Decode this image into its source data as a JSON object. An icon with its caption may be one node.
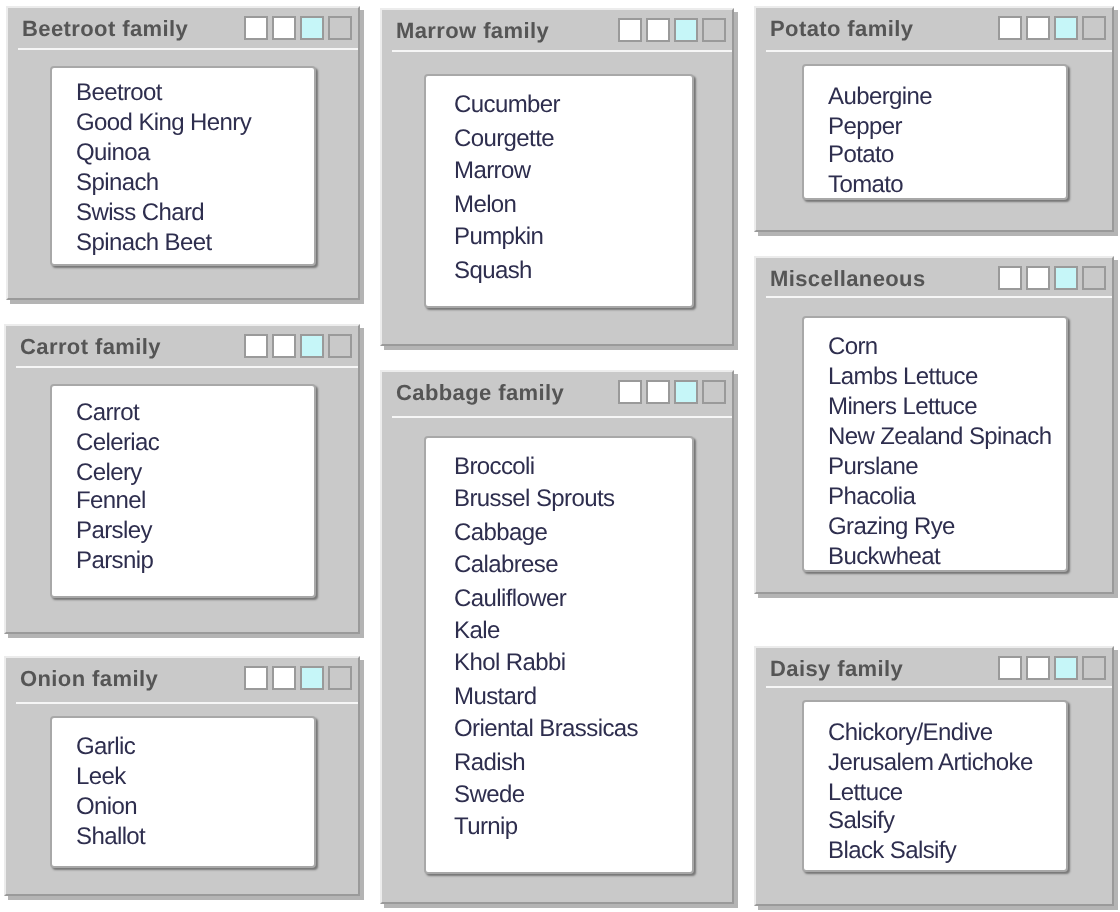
{
  "diagram": {
    "nodes": [
      {
        "text": [
          "Beetroot family"
        ]
      },
      {
        "text": [
          "Beetroot",
          "Good King Henry",
          "Quinoa",
          "Spinach",
          "Swiss Chard",
          "Spinach Beet"
        ],
        "in": 0
      },
      {
        "text": [
          "Marrow family"
        ]
      },
      {
        "text": [
          "Cucumber",
          "Courgette",
          "Marrow",
          "Melon",
          "Pumpkin",
          "Squash"
        ],
        "in": 2
      },
      {
        "text": [
          "Potato family"
        ]
      },
      {
        "text": [
          "Aubergine",
          "Pepper",
          "Potato",
          "Tomato"
        ],
        "in": 4
      },
      {
        "text": [
          "Carrot family"
        ]
      },
      {
        "text": [
          "Carrot",
          "Celeriac",
          "Celery",
          "Fennel",
          "Parsley",
          "Parsnip"
        ],
        "in": 6
      },
      {
        "text": [
          "Cabbage family"
        ]
      },
      {
        "text": [
          "Broccoli",
          "Brussel Sprouts",
          "Cabbage",
          "Calabrese",
          "Cauliflower",
          "Kale",
          "Khol Rabbi",
          "Mustard",
          "Oriental Brassicas",
          "Radish",
          "Swede",
          "Turnip"
        ],
        "in": 8
      },
      {
        "text": [
          "Miscellaneous"
        ]
      },
      {
        "text": [
          "Corn",
          "Lambs Lettuce",
          "Miners Lettuce",
          "New Zealand Spinach",
          "Purslane",
          "Phacolia",
          "Grazing Rye",
          "Buckwheat"
        ],
        "in": 10
      },
      {
        "text": [
          "Onion family"
        ]
      },
      {
        "text": [
          "Garlic",
          "Leek",
          "Onion",
          "Shallot"
        ],
        "in": 12
      },
      {
        "text": [
          "Daisy family"
        ]
      },
      {
        "text": [
          "Chickory/Endive",
          "Jerusalem Artichoke",
          "Lettuce",
          "Salsify",
          "Black Salsify"
        ],
        "in": 14
      }
    ]
  }
}
